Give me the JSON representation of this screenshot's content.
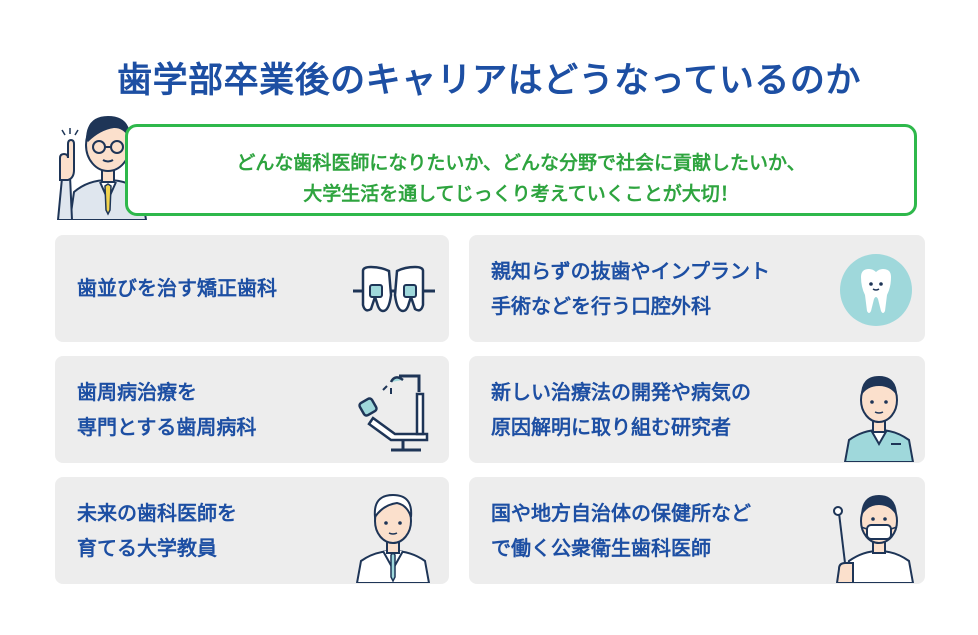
{
  "title": "歯学部卒業後のキャリアはどうなっているのか",
  "callout": {
    "line1": "どんな歯科医師になりたいか、どんな分野で社会に貢献したいか、",
    "line2": "大学生活を通してじっくり考えていくことが大切！"
  },
  "cards": [
    {
      "line1": "歯並びを治す矯正歯科",
      "line2": "",
      "icon": "braces-icon"
    },
    {
      "line1": "親知らずの抜歯やインプラント",
      "line2": "手術などを行う口腔外科",
      "icon": "tooth-icon"
    },
    {
      "line1": "歯周病治療を",
      "line2": "専門とする歯周病科",
      "icon": "dental-chair-icon"
    },
    {
      "line1": "新しい治療法の開発や病気の",
      "line2": "原因解明に取り組む研究者",
      "icon": "researcher-icon"
    },
    {
      "line1": "未来の歯科医師を",
      "line2": "育てる大学教員",
      "icon": "professor-icon"
    },
    {
      "line1": "国や地方自治体の保健所など",
      "line2": "で働く公衆衛生歯科医師",
      "icon": "masked-dentist-icon"
    }
  ]
}
